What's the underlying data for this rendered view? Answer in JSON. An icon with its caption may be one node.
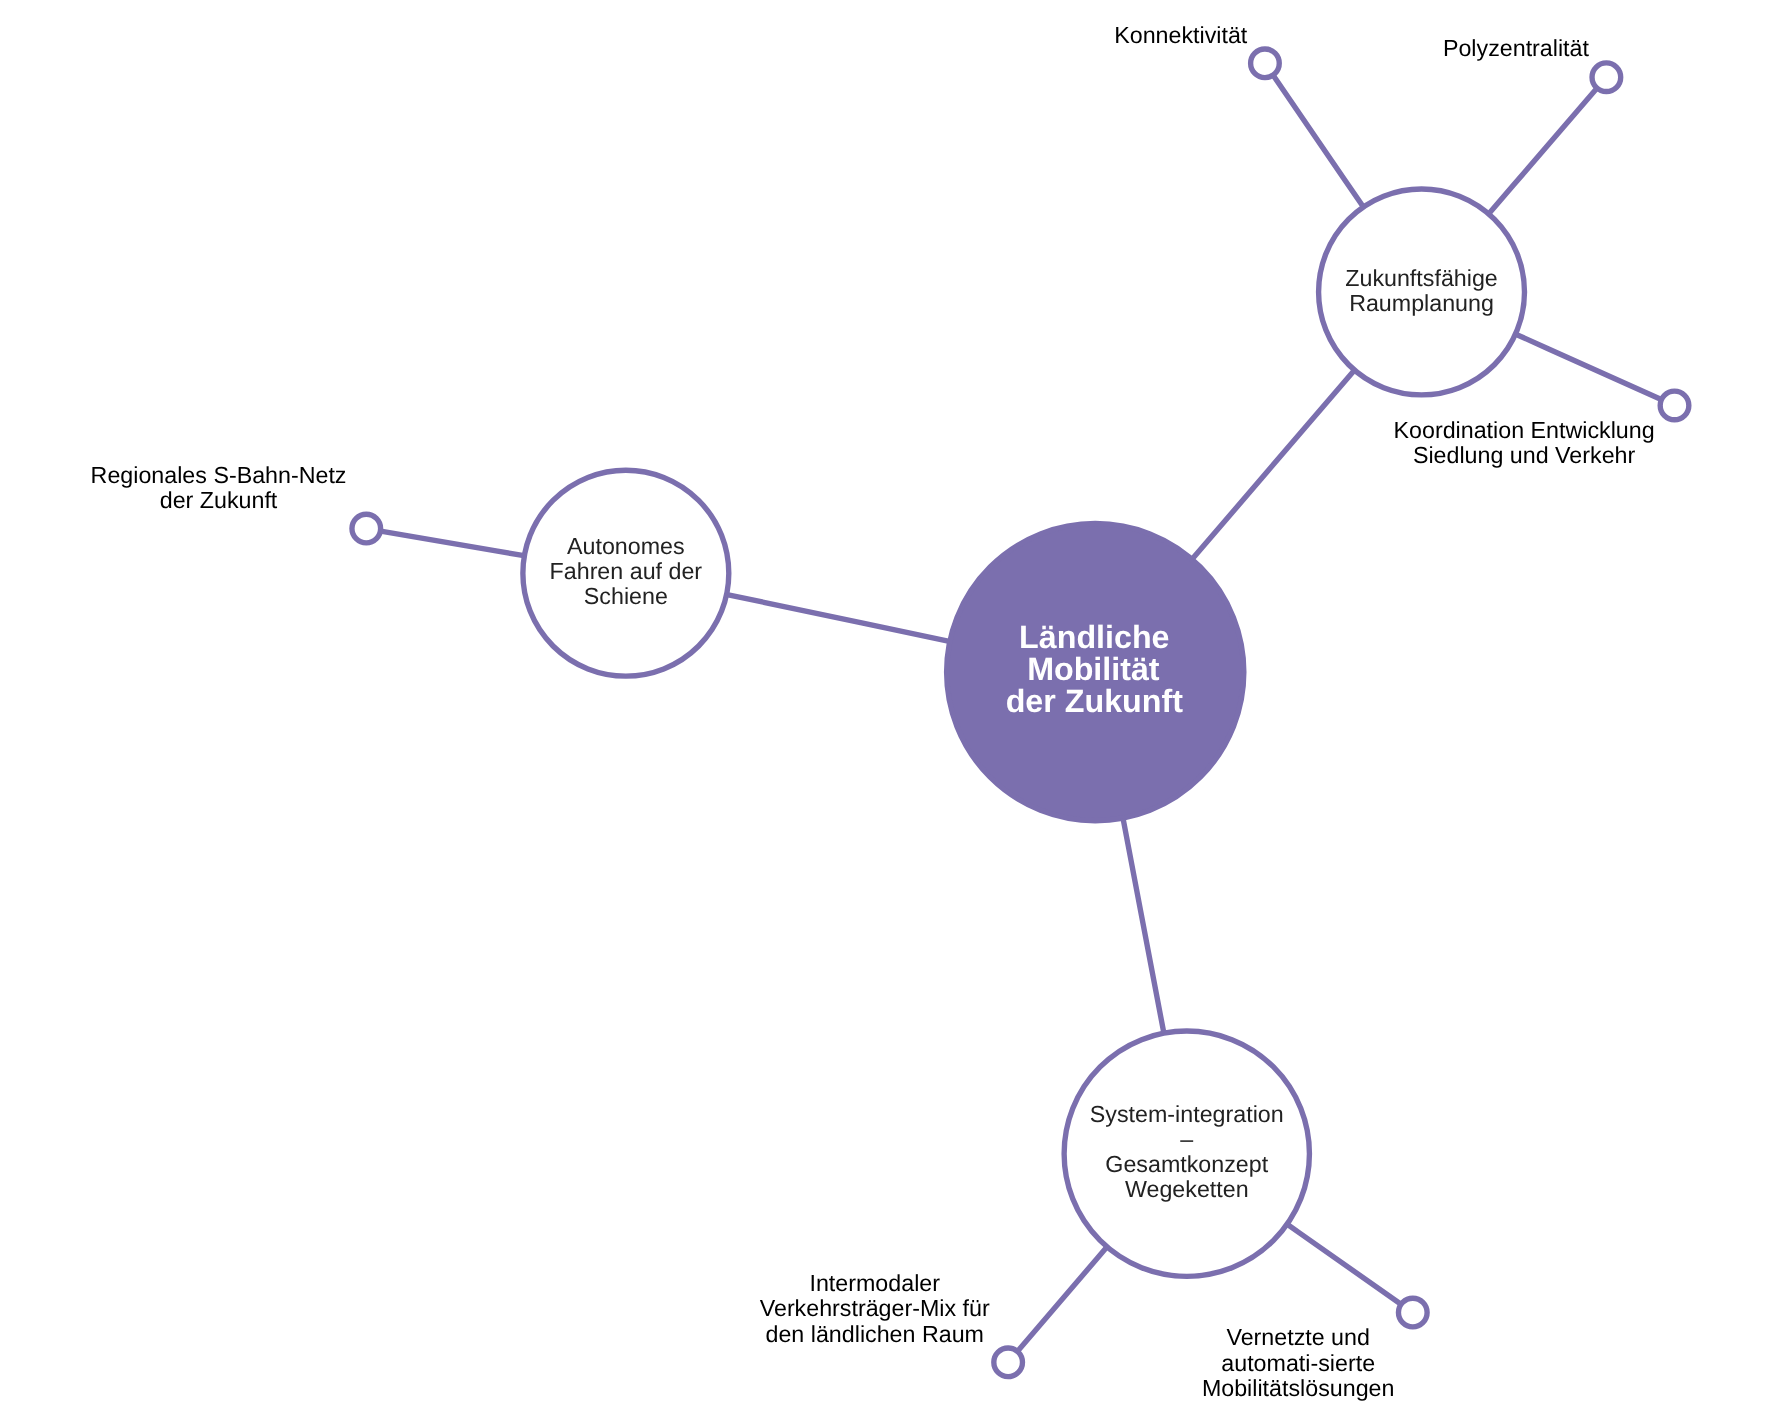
{
  "diagram": {
    "nodes": [
      {
        "text": [
          "Ländliche Mobilität der Zukunft"
        ]
      },
      {
        "text": [
          "Zukunftsfähige Raumplanung"
        ]
      },
      {
        "text": [
          "System-integration – Gesamtkonzept Wegeketten"
        ]
      },
      {
        "text": [
          "Autonomes Fahren auf der Schiene"
        ]
      },
      {
        "text": [],
        "shape": "circle",
        "beside": [
          "Polyzentralität"
        ]
      },
      {
        "text": [],
        "shape": "circle",
        "beside": [
          "Konnektivität"
        ]
      },
      {
        "text": [],
        "shape": "circle",
        "beside": [
          "Koordination Entwicklung Siedlung und Verkehr"
        ]
      },
      {
        "text": [],
        "shape": "circle",
        "beside": [
          "Vernetzte und automati-sierte Mobilitätslösungen"
        ]
      },
      {
        "text": [],
        "shape": "circle",
        "beside": [
          "Regionales S-Bahn-Netz der Zukunft"
        ]
      },
      {
        "text": [],
        "shape": "circle",
        "beside": [
          "Intermodaler Verkehrsträger-Mix für den ländlichen Raum"
        ]
      }
    ],
    "edges": [
      {
        "from": 0,
        "to": 1,
        "arrow": "none"
      },
      {
        "from": 0,
        "to": 2,
        "arrow": "none"
      },
      {
        "from": 0,
        "to": 3,
        "arrow": "none"
      },
      {
        "from": 1,
        "to": 4,
        "arrow": "none"
      },
      {
        "from": 1,
        "to": 5,
        "arrow": "none"
      },
      {
        "from": 1,
        "to": 6,
        "arrow": "none"
      },
      {
        "from": 2,
        "to": 7,
        "arrow": "none"
      },
      {
        "from": 3,
        "to": 8,
        "arrow": "none"
      },
      {
        "from": 2,
        "to": 9,
        "arrow": "none"
      }
    ]
  }
}
